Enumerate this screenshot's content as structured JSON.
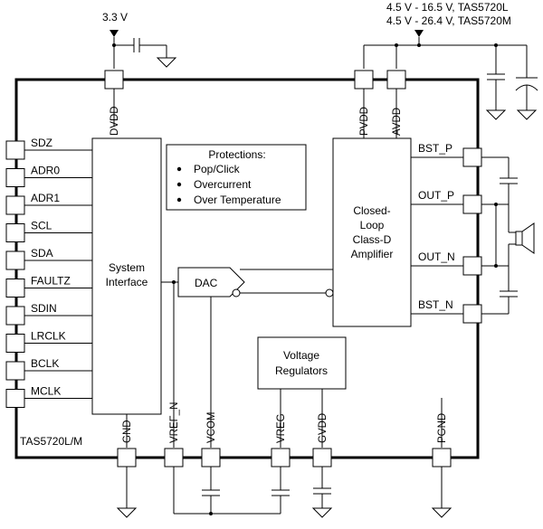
{
  "supply": {
    "digital": "3.3 V",
    "line1": "4.5 V - 16.5 V, TAS5720L",
    "line2": "4.5 V - 26.4 V, TAS5720M"
  },
  "chip_name": "TAS5720L/M",
  "left_pins": [
    "SDZ",
    "ADR0",
    "ADR1",
    "SCL",
    "SDA",
    "FAULTZ",
    "SDIN",
    "LRCLK",
    "BCLK",
    "MCLK"
  ],
  "top_pins": {
    "dvdd": "DVDD",
    "pvdd": "PVDD",
    "avdd": "AVDD"
  },
  "bottom_pins": {
    "gnd": "GND",
    "vref": "VREF_N",
    "vcom": "VCOM",
    "vreg": "VREG",
    "gvdd": "GVDD",
    "pgnd": "PGND"
  },
  "right_pins": [
    "BST_P",
    "OUT_P",
    "OUT_N",
    "BST_N"
  ],
  "blocks": {
    "system_interface": [
      "System",
      "Interface"
    ],
    "dac": "DAC",
    "amplifier": [
      "Closed-",
      "Loop",
      "Class-D",
      "Amplifier"
    ],
    "voltage_regulators": [
      "Voltage",
      "Regulators"
    ]
  },
  "protections": {
    "title": "Protections:",
    "items": [
      "Pop/Click",
      "Overcurrent",
      "Over Temperature"
    ]
  }
}
